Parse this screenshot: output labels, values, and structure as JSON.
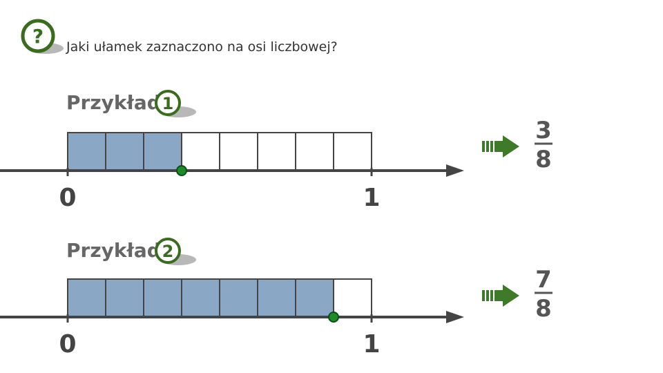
{
  "question": {
    "icon_glyph": "?",
    "text": "Jaki ułamek zaznaczono na osi liczbowej?"
  },
  "colors": {
    "accent": "#3a6b1f",
    "fill": "#8aa8c5",
    "axis": "#444444",
    "arrow": "#3f7a2a"
  },
  "examples": [
    {
      "label": "Przykład",
      "number": "1",
      "segments": 8,
      "shaded": 3,
      "start_label": "0",
      "end_label": "1",
      "numerator": "3",
      "denominator": "8"
    },
    {
      "label": "Przykład",
      "number": "2",
      "segments": 8,
      "shaded": 7,
      "start_label": "0",
      "end_label": "1",
      "numerator": "7",
      "denominator": "8"
    }
  ]
}
